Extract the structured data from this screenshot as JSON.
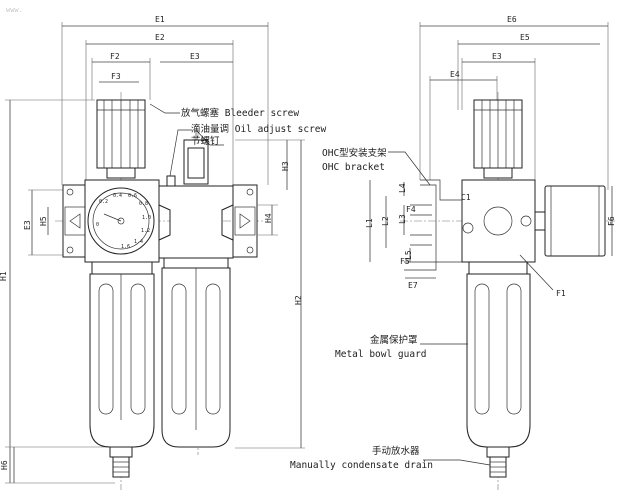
{
  "watermark": "www.",
  "dimension_labels": {
    "E1": "E1",
    "E2": "E2",
    "F2": "F2",
    "F3": "F3",
    "E3_left": "E3",
    "H1": "H1",
    "H2": "H2",
    "H3": "H3",
    "H4": "H4",
    "H5": "H5",
    "H6": "H6",
    "E3_side": "E3",
    "E3_right": "E3",
    "E4": "E4",
    "E5": "E5",
    "E6": "E6",
    "E7": "E7",
    "L1": "L1",
    "L2": "L2",
    "L3": "L3",
    "L4": "L4",
    "L5": "L5",
    "C1": "C1",
    "F1": "F1",
    "F4": "F4",
    "F5": "F5",
    "F6": "F6"
  },
  "annotations": {
    "bleeder_screw": "放气螺塞 Bleeder screw",
    "oil_adjust_cn": "滴油量调 Oil adjust screw",
    "oil_adjust_cn2": "节螺钉",
    "ohc_bracket_cn": "OHC型安装支架",
    "ohc_bracket_en": "OHC bracket",
    "bowl_guard_cn": "金属保护罩",
    "bowl_guard_en": "Metal bowl guard",
    "drain_cn": "手动放水器",
    "drain_en": "Manually condensate drain"
  },
  "gauge_scale": [
    "0.2",
    "0.4",
    "0.6",
    "0.8",
    "1.0",
    "1.2",
    "1.4",
    "1.6",
    "0"
  ]
}
